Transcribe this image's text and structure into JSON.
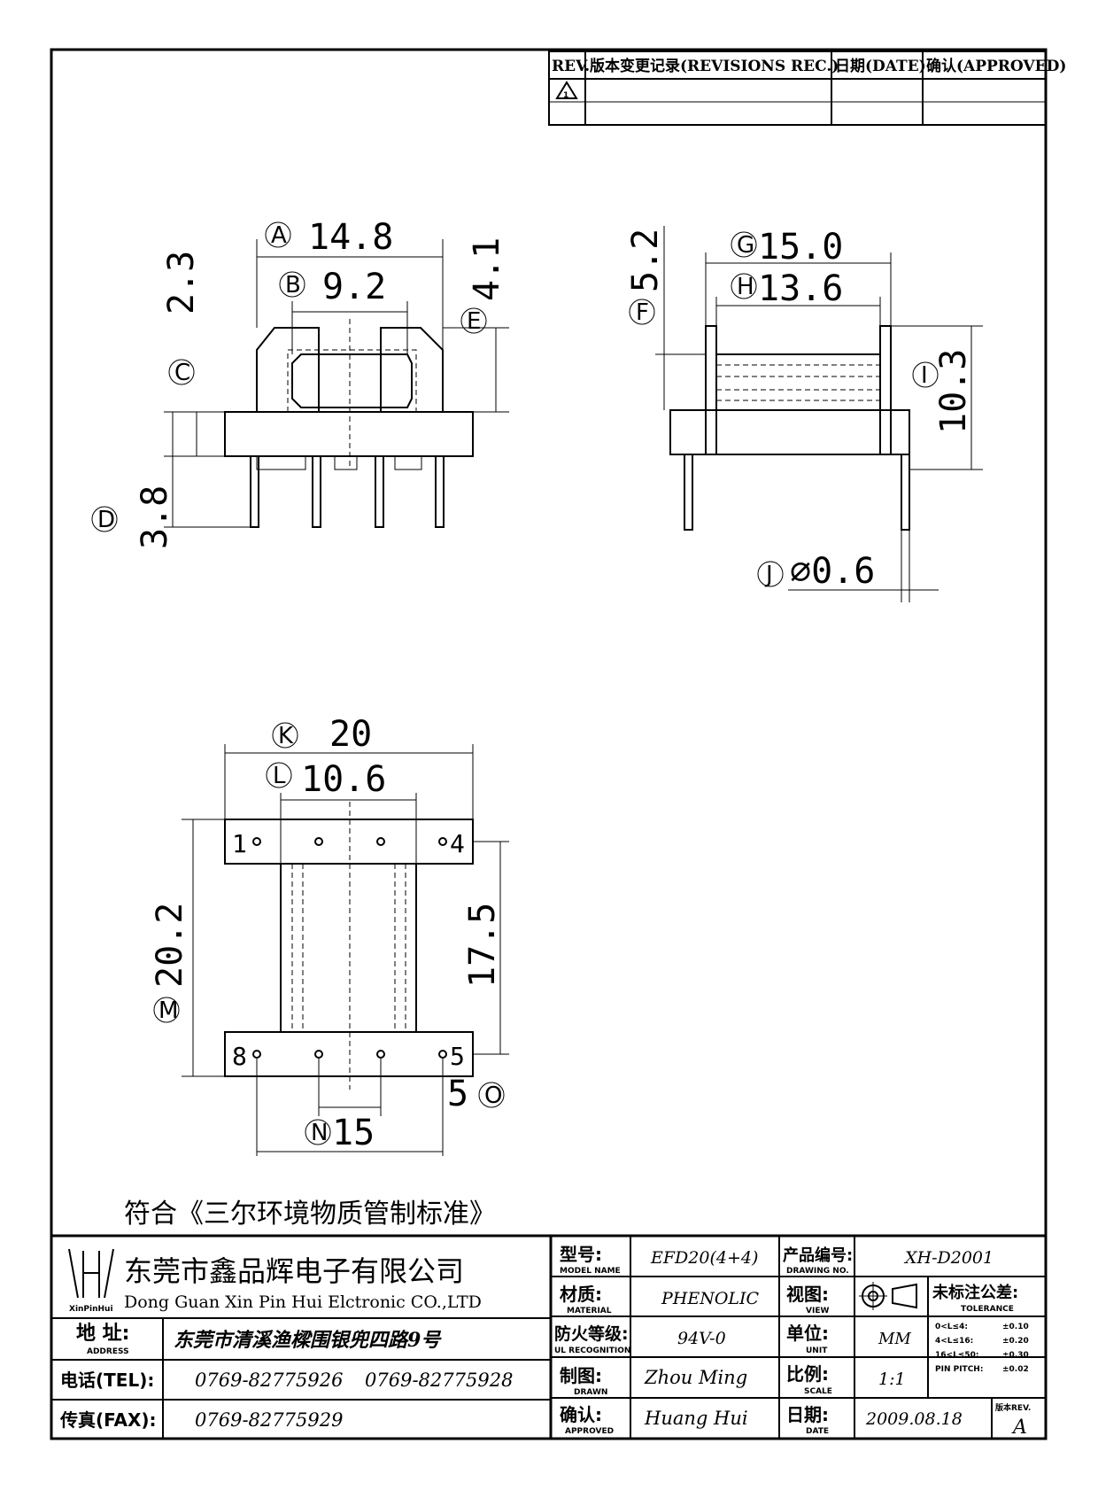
{
  "revision_table": {
    "rev_header": "REV.",
    "revisions_header": "版本变更记录(REVISIONS REC.)",
    "date_header": "日期(DATE)",
    "approved_header": "确认(APPROVED)",
    "rev_mark": "1"
  },
  "top_view": {
    "dim_a_label": "A",
    "dim_a_value": "14.8",
    "dim_b_label": "B",
    "dim_b_value": "9.2",
    "dim_c_label": "C",
    "dim_c_value": "2.3",
    "dim_d_label": "D",
    "dim_d_value": "3.8",
    "dim_e_label": "E",
    "dim_e_value": "4.1"
  },
  "side_view": {
    "dim_f_label": "F",
    "dim_f_value": "5.2",
    "dim_g_label": "G",
    "dim_g_value": "15.0",
    "dim_h_label": "H",
    "dim_h_value": "13.6",
    "dim_i_label": "I",
    "dim_i_value": "10.3",
    "dim_j_label": "J",
    "dim_j_value": "⌀0.6"
  },
  "bottom_view": {
    "dim_k_label": "K",
    "dim_k_value": "20",
    "dim_l_label": "L",
    "dim_l_value": "10.6",
    "dim_m_label": "M",
    "dim_m_value": "20.2",
    "dim_n_label": "N",
    "dim_n_value": "15",
    "dim_o_label": "O",
    "dim_o_value": "5",
    "dim_175_value": "17.5",
    "pin_1": "1",
    "pin_4": "4",
    "pin_8": "8",
    "pin_5": "5"
  },
  "compliance_note": "符合《三尔环境物质管制标准》",
  "title_block": {
    "company_cn": "东莞市鑫品辉电子有限公司",
    "company_en": "Dong Guan Xin Pin Hui Elctronic CO.,LTD",
    "logo_text": "XinPinHui",
    "address_label": "地 址:",
    "address_label_en": "ADDRESS",
    "address_value": "东莞市清溪渔樑围银兜四路9号",
    "tel_label": "电话(TEL):",
    "tel_value_1": "0769-82775926",
    "tel_value_2": "0769-82775928",
    "fax_label": "传真(FAX):",
    "fax_value": "0769-82775929",
    "model_label": "型号:",
    "model_label_en": "MODEL NAME",
    "model_value": "EFD20(4+4)",
    "material_label": "材质:",
    "material_label_en": "MATERIAL",
    "material_value": "PHENOLIC",
    "flame_label": "防火等级:",
    "flame_label_en": "UL RECOGNITION",
    "flame_value": "94V-0",
    "drawn_label": "制图:",
    "drawn_label_en": "DRAWN",
    "drawn_value": "Zhou Ming",
    "approved_label": "确认:",
    "approved_label_en": "APPROVED",
    "approved_value": "Huang Hui",
    "drawing_no_label": "产品编号:",
    "drawing_no_label_en": "DRAWING NO.",
    "drawing_no_value": "XH-D2001",
    "view_label": "视图:",
    "view_label_en": "VIEW",
    "unit_label": "单位:",
    "unit_label_en": "UNIT",
    "unit_value": "MM",
    "scale_label": "比例:",
    "scale_label_en": "SCALE",
    "scale_value": "1:1",
    "date_label": "日期:",
    "date_label_en": "DATE",
    "date_value": "2009.08.18",
    "tolerance_label": "未标注公差:",
    "tolerance_label_en": "TOLERANCE",
    "tol_rows": [
      {
        "range": "0<L≤4:",
        "value": "±0.10"
      },
      {
        "range": "4<L≤16:",
        "value": "±0.20"
      },
      {
        "range": "16<L≤50:",
        "value": "±0.30"
      },
      {
        "range": "PIN PITCH:",
        "value": "±0.02"
      }
    ],
    "version_label": "版本REV.",
    "version_value": "A"
  }
}
